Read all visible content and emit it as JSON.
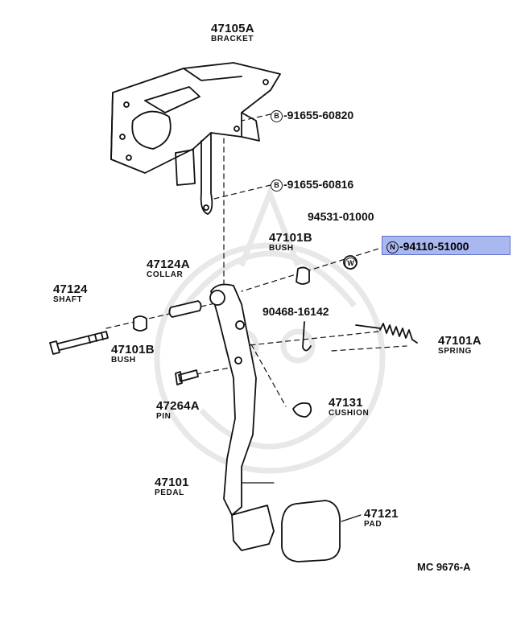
{
  "colors": {
    "highlight": "#aab8f0",
    "highlight_border": "#5d6fc9",
    "line": "#111111",
    "watermark": "#e8e8e8"
  },
  "parts": {
    "bracket": {
      "number": "47105A",
      "name": "BRACKET"
    },
    "bolt_1": {
      "marker": "B",
      "number": "91655-60820"
    },
    "bolt_2": {
      "marker": "B",
      "number": "91655-60816"
    },
    "washer": {
      "marker": "W",
      "number": "94531-01000"
    },
    "nut": {
      "marker": "N",
      "number": "94110-51000",
      "highlighted": true
    },
    "bush_upper": {
      "number": "47101B",
      "name": "BUSH"
    },
    "collar": {
      "number": "47124A",
      "name": "COLLAR"
    },
    "shaft": {
      "number": "47124",
      "name": "SHAFT"
    },
    "bush_lower": {
      "number": "47101B",
      "name": "BUSH"
    },
    "clip": {
      "number": "90468-16142"
    },
    "spring": {
      "number": "47101A",
      "name": "SPRING"
    },
    "pin": {
      "number": "47264A",
      "name": "PIN"
    },
    "cushion": {
      "number": "47131",
      "name": "CUSHION"
    },
    "pedal": {
      "number": "47101",
      "name": "PEDAL"
    },
    "pad": {
      "number": "47121",
      "name": "PAD"
    }
  },
  "reference_code": "MC 9676-A"
}
